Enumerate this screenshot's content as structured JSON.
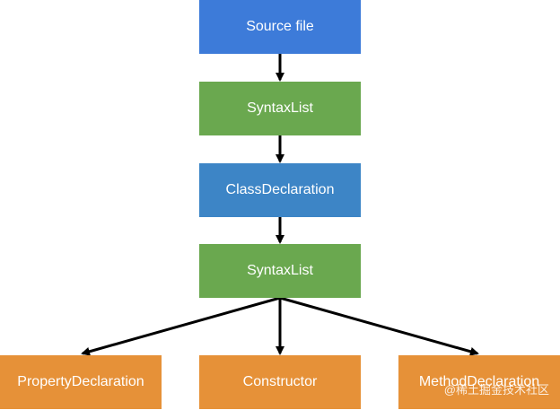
{
  "nodes": {
    "source": {
      "label": "Source file",
      "color": "#3d7bd9"
    },
    "syntax1": {
      "label": "SyntaxList",
      "color": "#6aa84f"
    },
    "class": {
      "label": "ClassDeclaration",
      "color": "#3d85c6"
    },
    "syntax2": {
      "label": "SyntaxList",
      "color": "#6aa84f"
    },
    "prop": {
      "label": "PropertyDeclaration",
      "color": "#e69138"
    },
    "ctor": {
      "label": "Constructor",
      "color": "#e69138"
    },
    "method": {
      "label": "MethodDeclaration",
      "color": "#e69138"
    }
  },
  "watermark": "@稀土掘金技术社区",
  "edge_color": "#000000"
}
